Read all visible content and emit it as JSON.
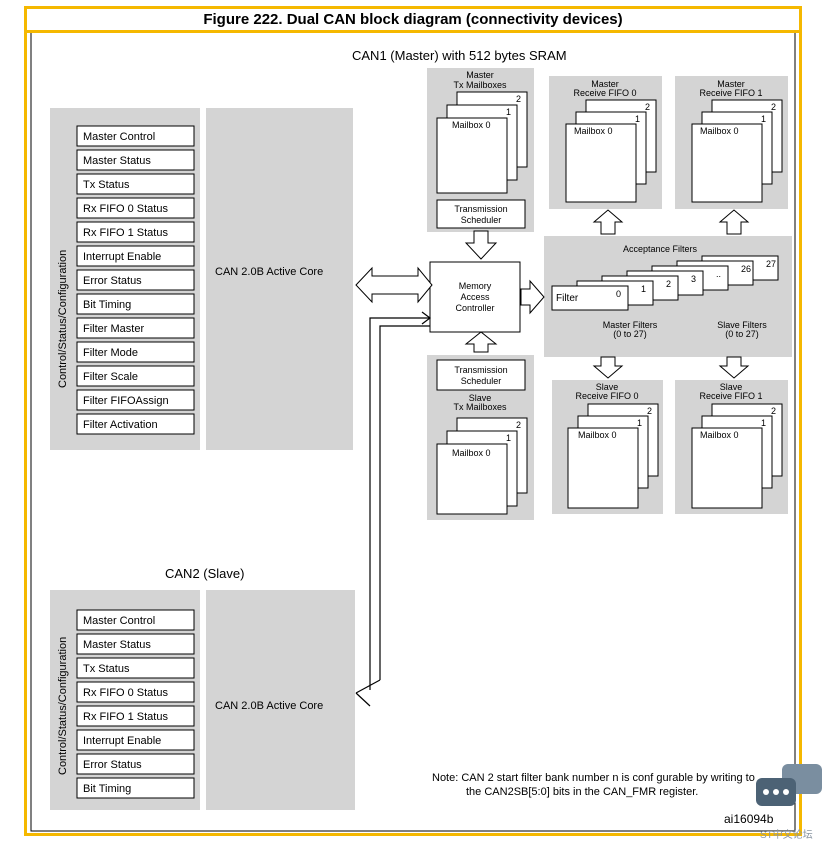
{
  "title": "Figure 222. Dual CAN block diagram (connectivity devices)",
  "can1": {
    "heading": "CAN1 (Master) with 512 bytes SRAM",
    "side_label": "Control/Status/Configuration",
    "core_label": "CAN 2.0B Active Core",
    "registers": [
      "Master Control",
      "Master Status",
      "Tx Status",
      "Rx FIFO 0 Status",
      "Rx FIFO 1 Status",
      "Interrupt Enable",
      "Error Status",
      "Bit Timing",
      "Filter Master",
      "Filter Mode",
      "Filter Scale",
      "Filter FIFOAssign",
      "Filter Activation"
    ]
  },
  "can2": {
    "heading": "CAN2 (Slave)",
    "side_label": "Control/Status/Configuration",
    "core_label": "CAN 2.0B Active Core",
    "registers": [
      "Master Control",
      "Master Status",
      "Tx Status",
      "Rx FIFO 0 Status",
      "Rx FIFO 1 Status",
      "Interrupt Enable",
      "Error Status",
      "Bit Timing"
    ]
  },
  "master_tx": {
    "title1": "Master",
    "title2": "Tx Mailboxes",
    "mailbox": "Mailbox 0",
    "n1": "1",
    "n2": "2"
  },
  "tx_scheduler_top": {
    "line1": "Transmission",
    "line2": "Scheduler"
  },
  "tx_scheduler_bottom": {
    "line1": "Transmission",
    "line2": "Scheduler"
  },
  "slave_tx": {
    "title1": "Slave",
    "title2": "Tx Mailboxes",
    "mailbox": "Mailbox 0",
    "n1": "1",
    "n2": "2"
  },
  "memory": {
    "line1": "Memory",
    "line2": "Access",
    "line3": "Controller"
  },
  "master_fifo0": {
    "title1": "Master",
    "title2": "Receive FIFO 0",
    "mailbox": "Mailbox 0",
    "n1": "1",
    "n2": "2"
  },
  "master_fifo1": {
    "title1": "Master",
    "title2": "Receive FIFO 1",
    "mailbox": "Mailbox 0",
    "n1": "1",
    "n2": "2"
  },
  "slave_fifo0": {
    "title1": "Slave",
    "title2": "Receive FIFO 0",
    "mailbox": "Mailbox 0",
    "n1": "1",
    "n2": "2"
  },
  "slave_fifo1": {
    "title1": "Slave",
    "title2": "Receive FIFO 1",
    "mailbox": "Mailbox 0",
    "n1": "1",
    "n2": "2"
  },
  "filters": {
    "title": "Acceptance Filters",
    "filter_label": "Filter",
    "nums": [
      "0",
      "1",
      "2",
      "3",
      "..",
      "26",
      "27"
    ],
    "master_label1": "Master Filters",
    "master_label2": "(0 to 27)",
    "slave_label1": "Slave Filters",
    "slave_label2": "(0 to 27)"
  },
  "note": {
    "line1": "Note:  CAN 2 start filter bank number n is conf gurable by writing to",
    "line2": "the CAN2SB[5:0] bits in the CAN_FMR register."
  },
  "figure_id": "ai16094b",
  "watermark": "ST中文论坛",
  "colors": {
    "frame": "#f5b800",
    "panel": "#d4d4d4"
  }
}
